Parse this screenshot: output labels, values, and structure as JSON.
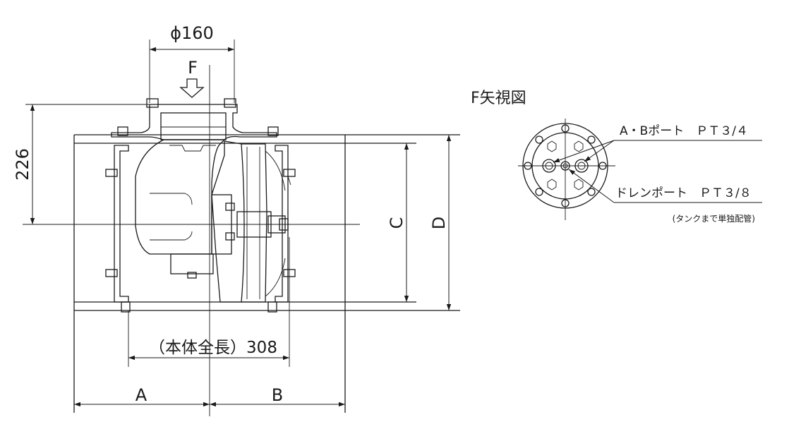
{
  "labels": {
    "phi": "ϕ160",
    "view_arrow": "F",
    "height": "226",
    "length": "（本体全長）308",
    "dim_a": "A",
    "dim_b": "B",
    "dim_c": "C",
    "dim_d": "D",
    "view_title": "F矢視図",
    "port_ab": "A・Bポート　ＰＴ３/４",
    "drain_port": "ドレンポート　ＰＴ３/８",
    "note": "(タンクまで単独配管)"
  },
  "colors": {
    "line": "#1a1a1a",
    "background": "#ffffff"
  }
}
